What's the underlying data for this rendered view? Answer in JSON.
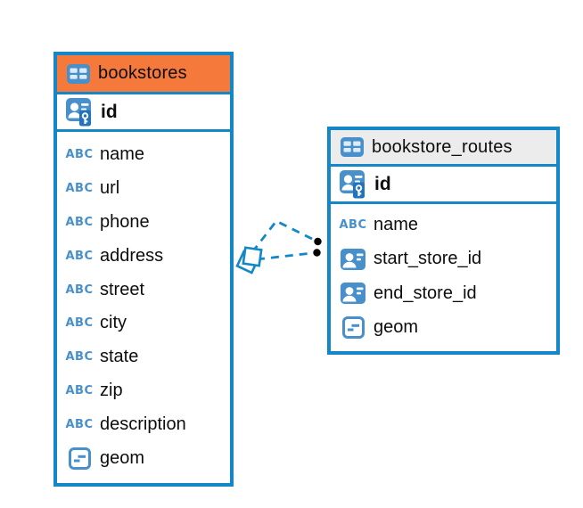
{
  "colors": {
    "table_border": "#1487C8",
    "bookstores_header": "#F5793B",
    "routes_header": "#ECECEC",
    "icon_blue": "#4790CB",
    "icon_dark_blue": "#2273BC",
    "text_color": "#0d0d0d"
  },
  "icons": {
    "text_type_label": "ABC"
  },
  "tables": {
    "bookstores": {
      "name": "bookstores",
      "primary_key": "id",
      "columns": [
        {
          "name": "name",
          "type": "text"
        },
        {
          "name": "url",
          "type": "text"
        },
        {
          "name": "phone",
          "type": "text"
        },
        {
          "name": "address",
          "type": "text"
        },
        {
          "name": "street",
          "type": "text"
        },
        {
          "name": "city",
          "type": "text"
        },
        {
          "name": "state",
          "type": "text"
        },
        {
          "name": "zip",
          "type": "text"
        },
        {
          "name": "description",
          "type": "text"
        },
        {
          "name": "geom",
          "type": "geometry"
        }
      ]
    },
    "bookstore_routes": {
      "name": "bookstore_routes",
      "primary_key": "id",
      "columns": [
        {
          "name": "name",
          "type": "text"
        },
        {
          "name": "start_store_id",
          "type": "foreign_key"
        },
        {
          "name": "end_store_id",
          "type": "foreign_key"
        },
        {
          "name": "geom",
          "type": "geometry"
        }
      ]
    }
  },
  "relationships": [
    {
      "from_table": "bookstore_routes",
      "to_table": "bookstores",
      "style": "dashed"
    },
    {
      "from_table": "bookstore_routes",
      "to_table": "bookstores",
      "style": "dashed"
    }
  ]
}
